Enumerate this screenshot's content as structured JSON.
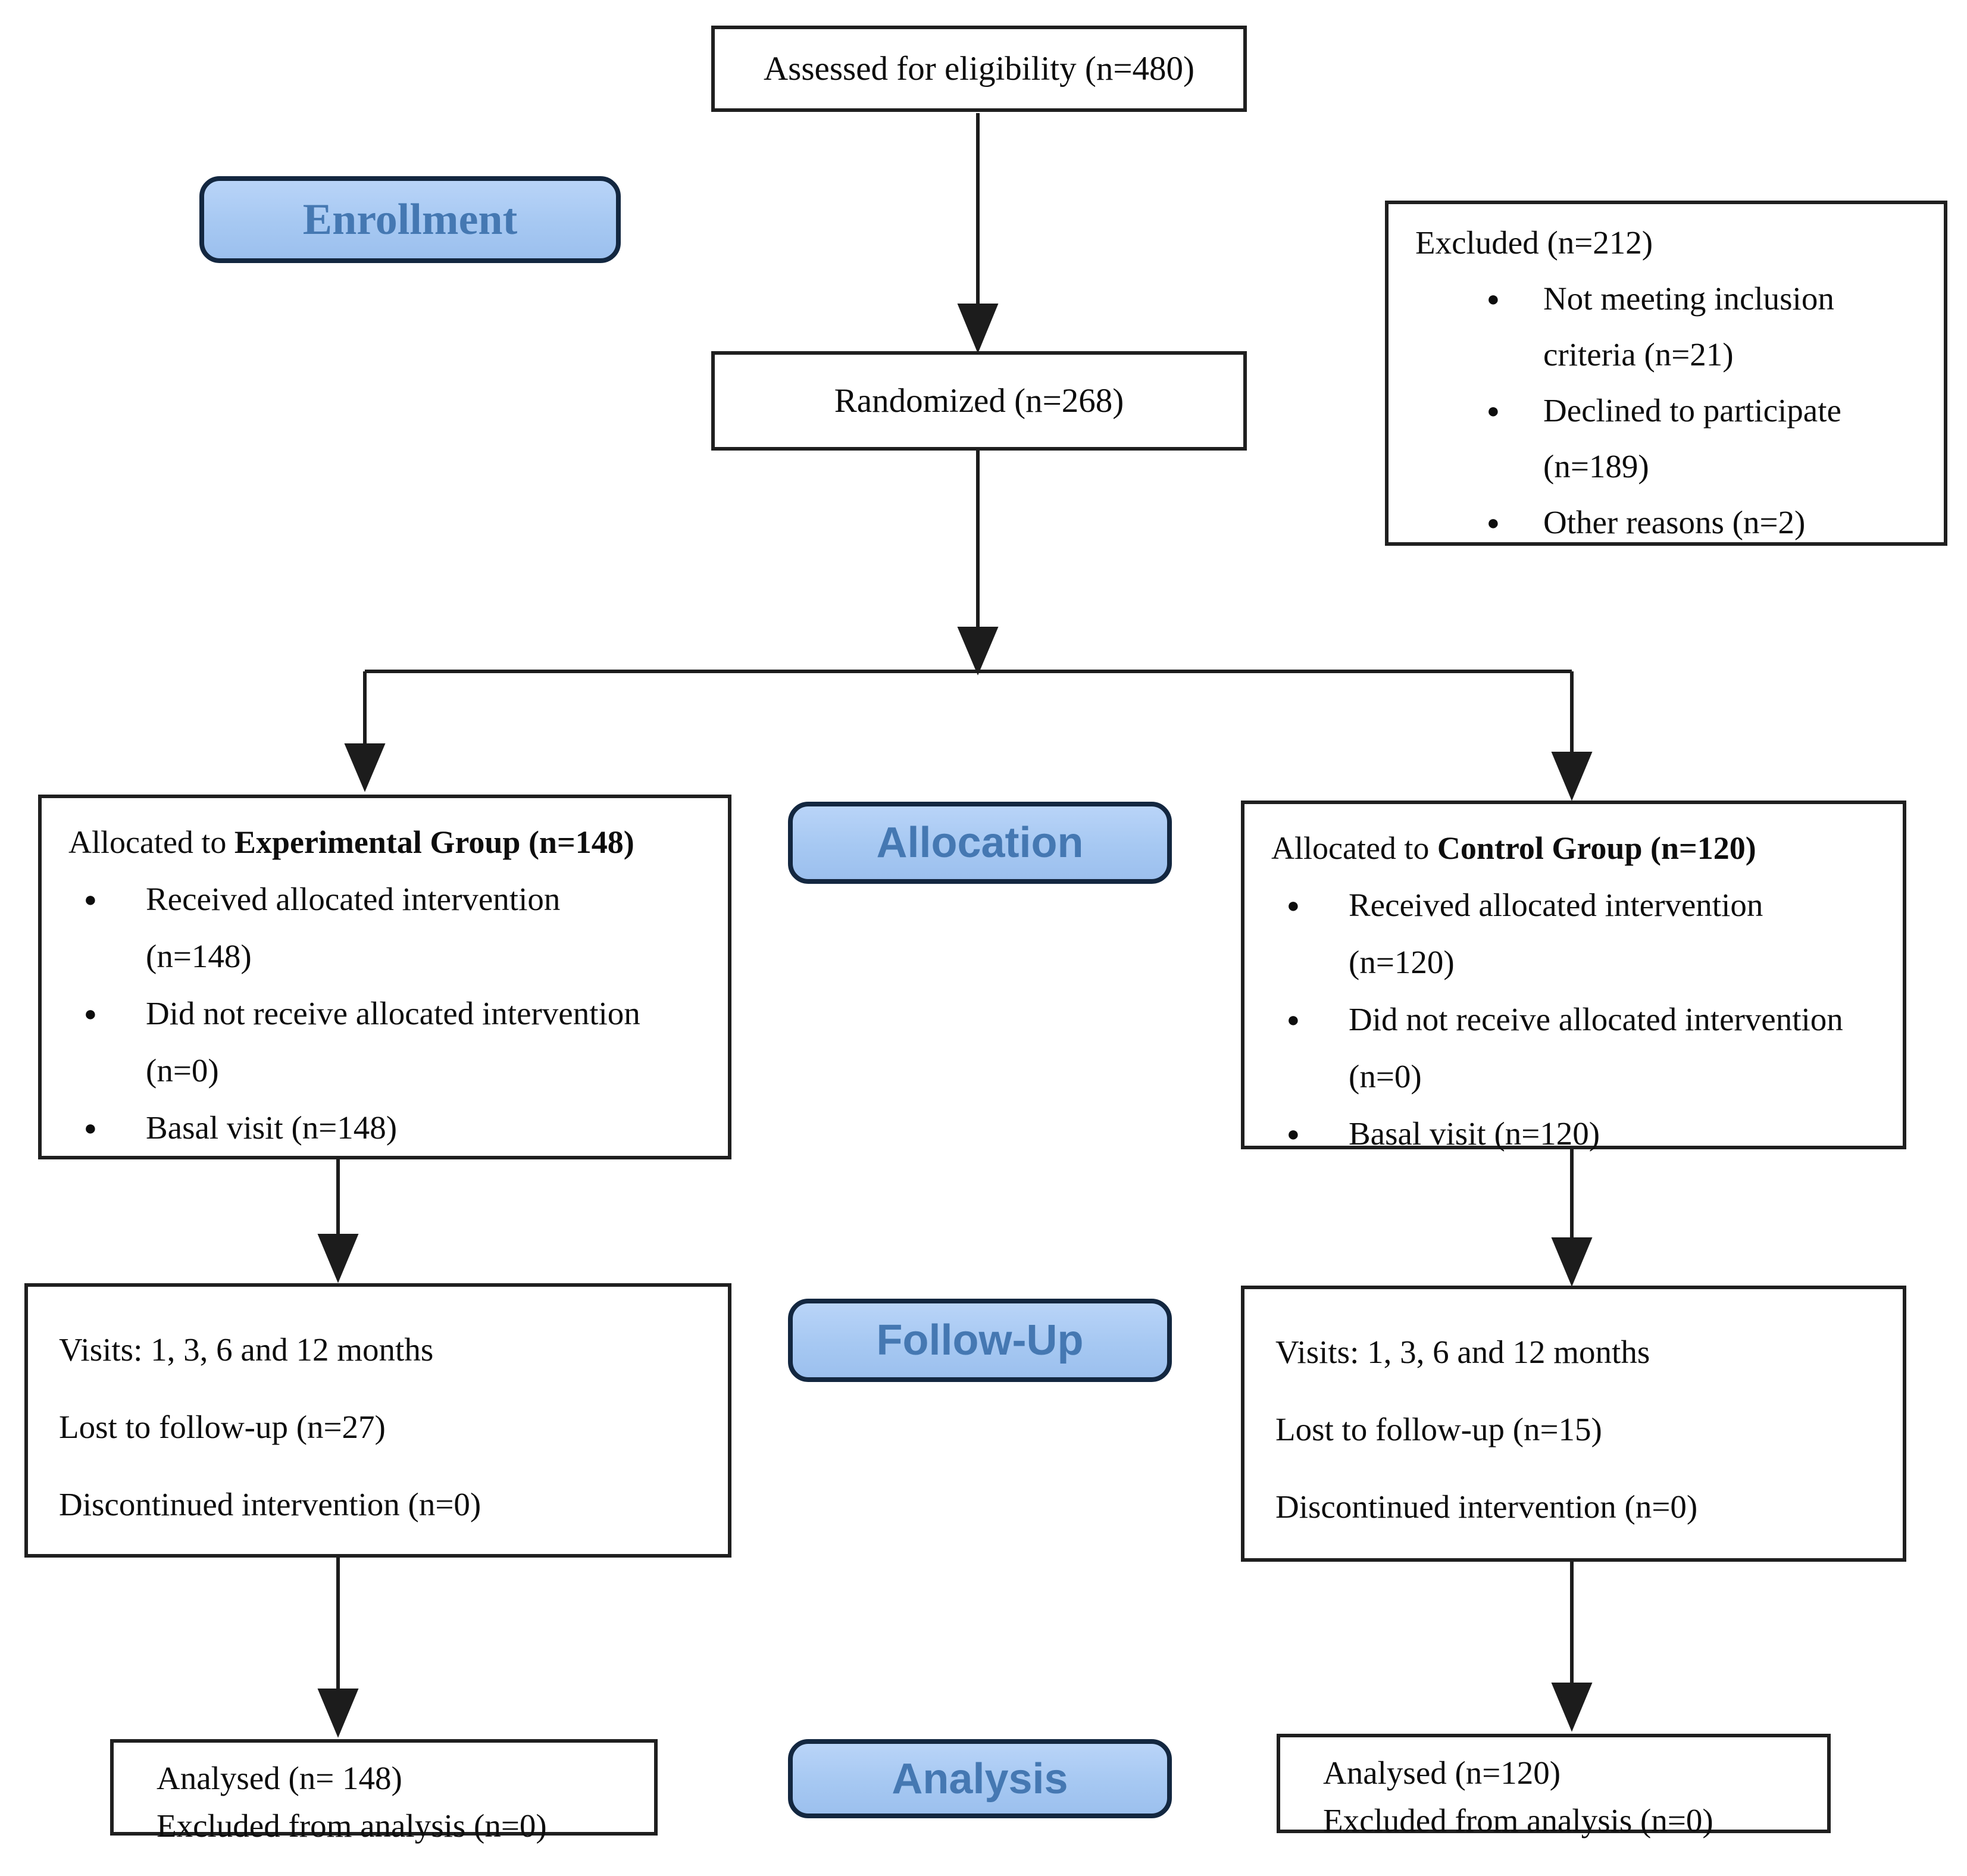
{
  "flow": {
    "colors": {
      "stage_fill": "#a6c8f2",
      "stage_border": "#132740",
      "stage_text": "#4578b2",
      "box_border": "#1f1f1f",
      "arrow": "#1c1c1c",
      "body_text": "#0d0d0d",
      "background": "#ffffff"
    },
    "stages": {
      "enrollment": "Enrollment",
      "allocation": "Allocation",
      "followup": "Follow-Up",
      "analysis": "Analysis"
    },
    "assessed": {
      "text": "Assessed for eligibility (n=480)"
    },
    "randomized": {
      "text": "Randomized (n=268)"
    },
    "excluded": {
      "title": "Excluded (n=212)",
      "bullets": [
        "Not meeting inclusion criteria (n=21)",
        "Declined to participate (n=189)",
        "Other reasons (n=2)"
      ]
    },
    "experimental": {
      "title_prefix": "Allocated to ",
      "title_bold": "Experimental Group (n=148)",
      "bullets": [
        "Received allocated intervention (n=148)",
        "Did not receive allocated intervention (n=0)",
        "Basal visit (n=148)"
      ]
    },
    "control": {
      "title_prefix": "Allocated to ",
      "title_bold": "Control Group (n=120)",
      "bullets": [
        "Received allocated intervention (n=120)",
        "Did not receive allocated intervention (n=0)",
        "Basal visit (n=120)"
      ]
    },
    "followup_left": {
      "lines": [
        "Visits: 1, 3, 6 and 12 months",
        "Lost to follow-up (n=27)",
        "Discontinued intervention (n=0)"
      ]
    },
    "followup_right": {
      "lines": [
        "Visits: 1, 3, 6 and 12 months",
        "Lost to follow-up (n=15)",
        "Discontinued intervention (n=0)"
      ]
    },
    "analysis_left": {
      "lines": [
        "Analysed (n= 148)",
        "Excluded from analysis (n=0)"
      ]
    },
    "analysis_right": {
      "lines": [
        "Analysed (n=120)",
        "Excluded from analysis (n=0)"
      ]
    }
  }
}
